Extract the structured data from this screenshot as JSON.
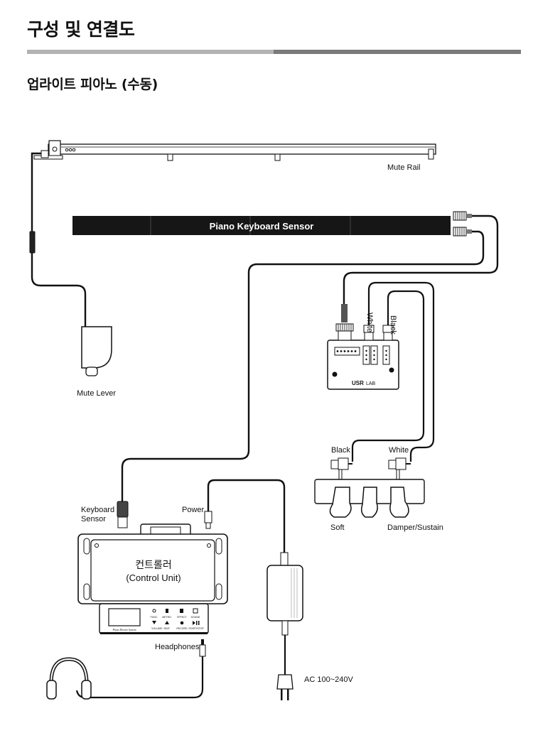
{
  "header": {
    "title": "구성 및 연결도",
    "section": "업라이트 피아노 (수동)"
  },
  "labels": {
    "mute_rail": "Mute Rail",
    "keyboard_sensor_bar": "Piano Keyboard Sensor",
    "white_connector": "White",
    "black_connector": "Black",
    "hub_logo": "USR",
    "hub_logo_suffix": "LAB",
    "mute_lever": "Mute Lever",
    "pedal_black": "Black",
    "pedal_white": "White",
    "soft": "Soft",
    "damper": "Damper/Sustain",
    "keyboard_sensor_line1": "Keyboard",
    "keyboard_sensor_line2": "Sensor",
    "power": "Power",
    "control_unit_ko": "컨트롤러",
    "control_unit_en": "(Control Unit)",
    "headphones": "Headphones",
    "ac": "AC 100~240V"
  },
  "panel_buttons": [
    {
      "top": "FUNC.",
      "bottom": "VOLUME / SKIP"
    },
    {
      "top": "METRO.",
      "bottom": ""
    },
    {
      "top": "EFFECT",
      "bottom": "RECORD"
    },
    {
      "top": "SOUND",
      "bottom": "START/STOP"
    }
  ],
  "panel_brand": "Piano Dienier System",
  "colors": {
    "wire": "#111111",
    "sensor_bar": "#161616",
    "rule_light": "#b3b3b3",
    "rule_dark": "#7a7a7a"
  }
}
